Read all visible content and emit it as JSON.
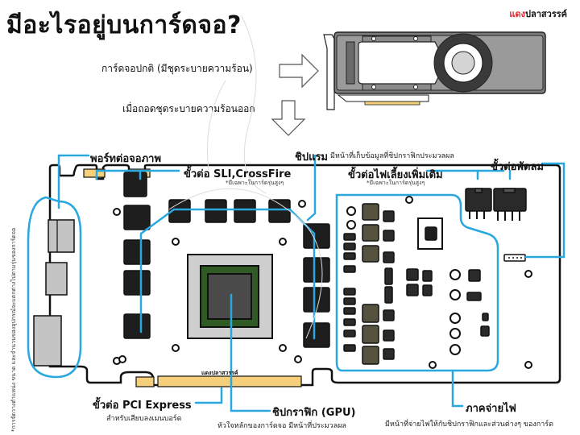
{
  "header": {
    "title": "มีอะไรอยู่บนการ์ดจอ?",
    "brand_red": "แดง",
    "brand_rest": "ปลาสวรรค์"
  },
  "intro": {
    "normal_card_label": "การ์ดจอปกติ (มีชุดระบายความร้อน)",
    "removed_cooler_label": "เมื่อถอดชุดระบายความร้อนออก"
  },
  "callouts": {
    "display_ports": {
      "title": "พอร์ทต่อจอภาพ"
    },
    "sli": {
      "title": "ขั้วต่อ SLI,CrossFire",
      "note": "*มีเฉพาะในการ์ดรุ่นสูงๆ"
    },
    "vram": {
      "title": "ชิปแรม",
      "desc": "มีหน้าที่เก็บข้อมูลที่ชิปกราฟิกประมวลผล"
    },
    "power_connector": {
      "title": "ขั้วต่อไฟเลี้ยงเพิ่มเติม",
      "note": "*มีเฉพาะในการ์ดรุ่นสูงๆ"
    },
    "fan_connector": {
      "title": "ขั้วต่อพัดลม"
    },
    "pcie": {
      "title": "ขั้วต่อ PCI Express",
      "desc": "สำหรับเสียบลงเมนบอร์ด"
    },
    "gpu": {
      "title": "ชิปกราฟิก (GPU)",
      "desc": "หัวใจหลักของการ์ดจอ มีหน้าที่ประมวลผล"
    },
    "vrm": {
      "title": "ภาคจ่ายไฟ",
      "desc": "มีหน้าที่จ่ายไฟให้กับชิปกราฟิกและส่วนต่างๆ ของการ์ด"
    }
  },
  "board_watermark": "แดงปลาสวรรค์",
  "side_note": "*การจัดวางตำแหน่ง ขนาด และจำนวนของอุปกรณ์จะแตกต่างไปตามรุ่นของการ์ดจอ",
  "colors": {
    "callout_line": "#29a8e0",
    "gold_contact": "#f5cf7a",
    "gpu_green": "#2f5a23",
    "chip_dark": "#1e1e1e",
    "port_gray": "#c4c4c4",
    "brand_red": "#e0282e"
  }
}
